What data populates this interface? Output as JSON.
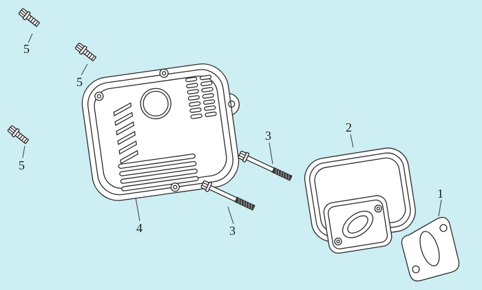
{
  "diagram": {
    "background_color": "#cdeef2",
    "line_color": "#2a2a2a",
    "part_fill_color": "#ffffff",
    "parts": [
      {
        "ref": "5",
        "name": "flange-bolt-top"
      },
      {
        "ref": "5",
        "name": "flange-bolt-upper-middle"
      },
      {
        "ref": "5",
        "name": "flange-bolt-left"
      },
      {
        "ref": "4",
        "name": "muffler-cover"
      },
      {
        "ref": "3",
        "name": "long-bolt-upper"
      },
      {
        "ref": "3",
        "name": "long-bolt-lower"
      },
      {
        "ref": "2",
        "name": "muffler-body"
      },
      {
        "ref": "1",
        "name": "exhaust-gasket"
      }
    ]
  }
}
